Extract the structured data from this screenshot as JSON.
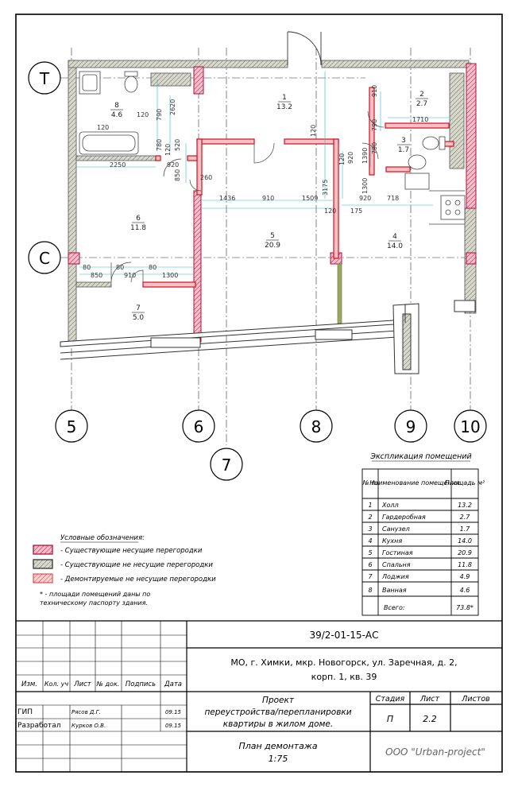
{
  "grid_axes": {
    "letters": [
      "Т",
      "С"
    ],
    "numbers": [
      "5",
      "6",
      "7",
      "8",
      "9",
      "10"
    ]
  },
  "rooms": [
    {
      "num": "1",
      "area": "13.2"
    },
    {
      "num": "2",
      "area": "2.7"
    },
    {
      "num": "3",
      "area": "1.7"
    },
    {
      "num": "4",
      "area": "14.0"
    },
    {
      "num": "5",
      "area": "20.9"
    },
    {
      "num": "6",
      "area": "11.8"
    },
    {
      "num": "7",
      "area": "5.0"
    },
    {
      "num": "8",
      "area": "4.6"
    }
  ],
  "dimensions": [
    "120",
    "790",
    "2620",
    "780",
    "120",
    "520",
    "920",
    "850",
    "2250",
    "260",
    "1436",
    "910",
    "1509",
    "3175",
    "120",
    "920",
    "1300",
    "120",
    "120",
    "175",
    "920",
    "718",
    "910",
    "790",
    "1710",
    "790",
    "1390",
    "80",
    "850",
    "80",
    "910",
    "80",
    "1300",
    "120"
  ],
  "explication": {
    "title": "Экспликация помещений",
    "headers": [
      "№ п.",
      "Наименование помещения",
      "Площадь м²"
    ],
    "rows": [
      [
        "1",
        "Холл",
        "13.2"
      ],
      [
        "2",
        "Гардеробная",
        "2.7"
      ],
      [
        "3",
        "Санузел",
        "1.7"
      ],
      [
        "4",
        "Кухня",
        "14.0"
      ],
      [
        "5",
        "Гостиная",
        "20.9"
      ],
      [
        "6",
        "Спальня",
        "11.8"
      ],
      [
        "7",
        "Лоджия",
        "4.9"
      ],
      [
        "8",
        "Ванная",
        "4.6"
      ]
    ],
    "total_label": "Всего:",
    "total_value": "73.8*"
  },
  "legend": {
    "title": "Условные обозначения:",
    "items": [
      "- Существующие несущие перегородки",
      "- Существующие не несущие перегородки",
      "- Демонтируемые не несущие перегородки"
    ],
    "note_line1": "* - площади помещений даны по",
    "note_line2": "техническому паспорту здания."
  },
  "title_block": {
    "code": "39/2-01-15-АС",
    "address_line1": "МО, г. Химки, мкр. Новогорск, ул. Заречная, д. 2,",
    "address_line2": "корп. 1, кв. 39",
    "col_headers": [
      "Изм.",
      "Кол. уч",
      "Лист",
      "№ док.",
      "Подпись",
      "Дата"
    ],
    "staff": [
      {
        "role": "ГИП",
        "name": "Рясов Д.Г.",
        "date": "09.15"
      },
      {
        "role": "Разработал",
        "name": "Курков О.В.",
        "date": "09.15"
      }
    ],
    "project_line1": "Проект",
    "project_line2": "переустройства/перепланировки",
    "project_line3": "квартиры в жилом доме.",
    "stage_header": "Стадия",
    "sheet_header": "Лист",
    "sheets_header": "Листов",
    "stage_value": "П",
    "sheet_value": "2.2",
    "sheets_value": "",
    "drawing_title": "План демонтажа",
    "scale": "1:75",
    "company": "ООО \"Urban-project\""
  },
  "colors": {
    "bearing": "#e8a0b4",
    "bearing_stroke": "#b0103c",
    "nonbearing": "#cfcfbf",
    "demolished": "#f0a0a0",
    "demolished_stroke": "#d01020",
    "dimension": "#30b8c8",
    "olive": "#6a7a30"
  }
}
